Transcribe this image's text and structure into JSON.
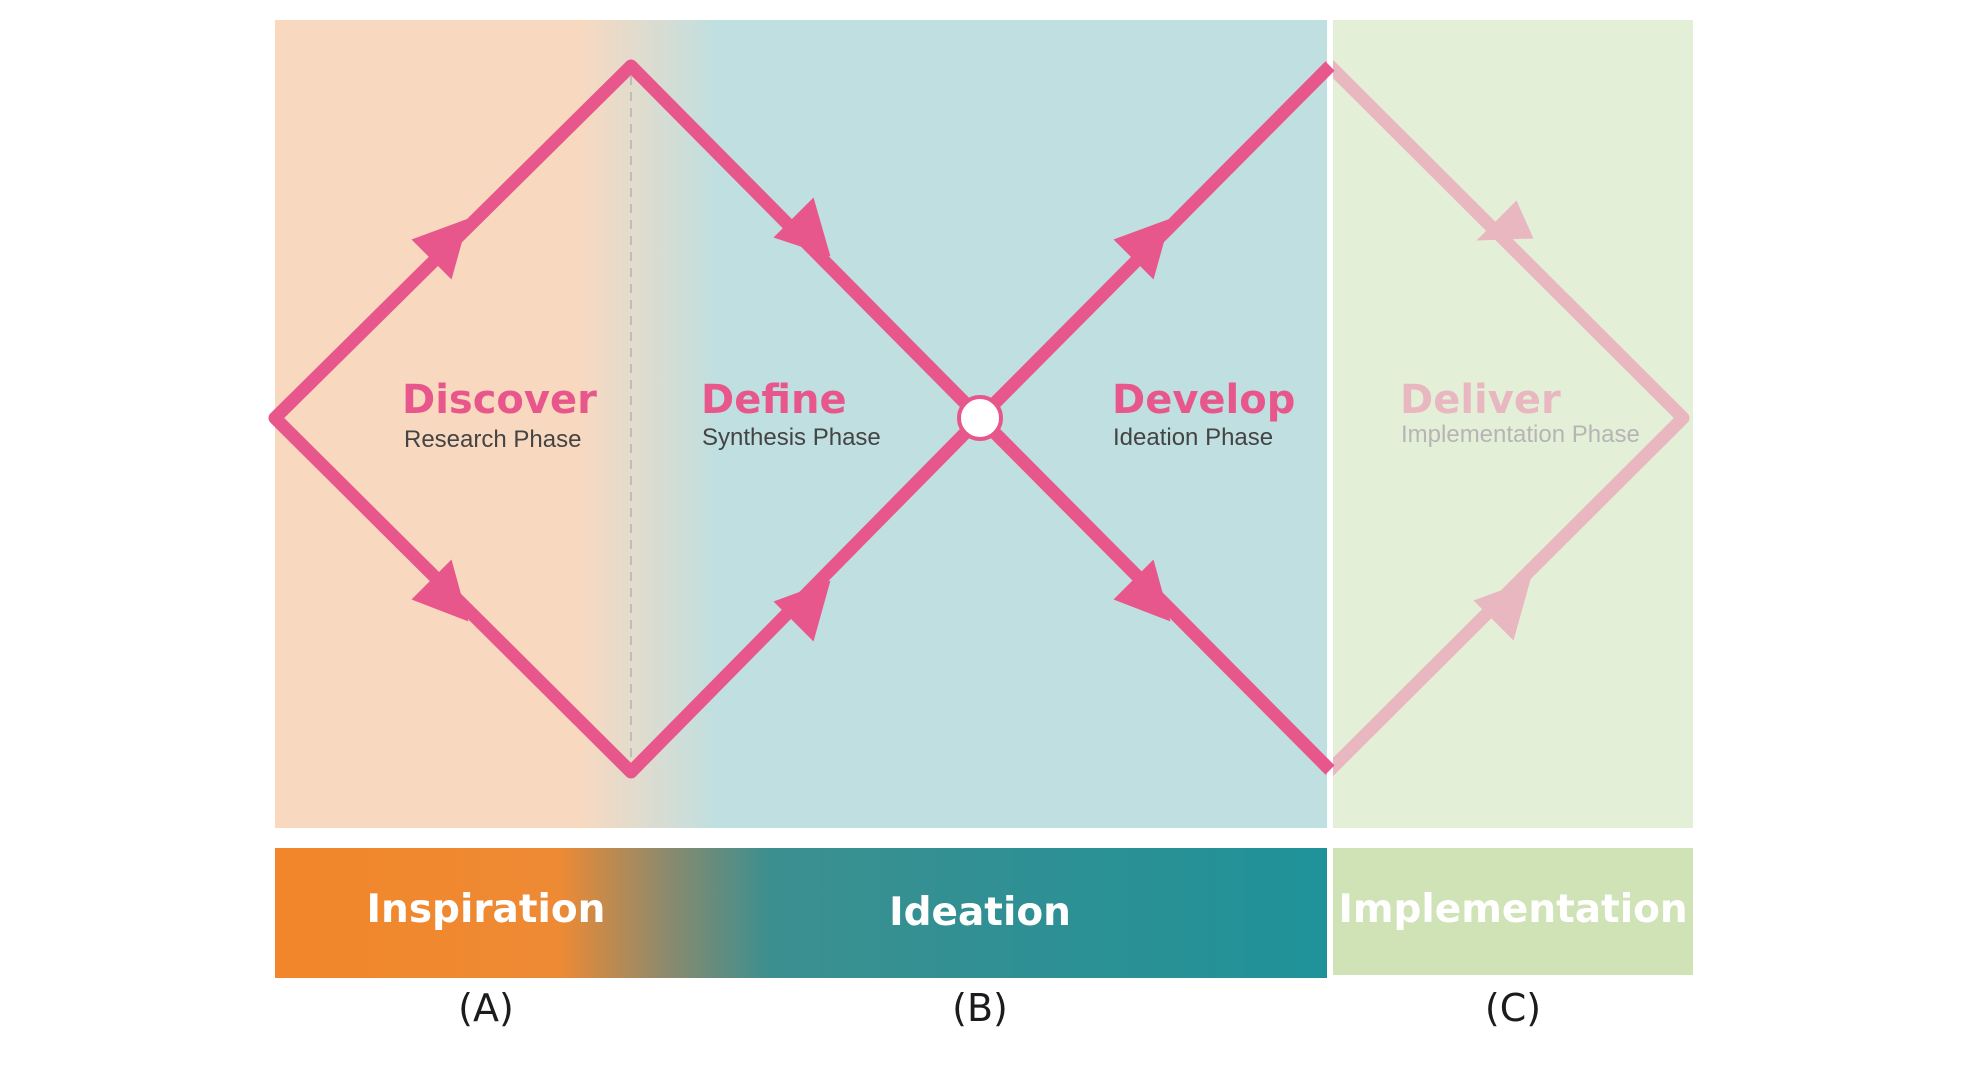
{
  "colors": {
    "accent": "#e8578c",
    "accent_faded": "#e9b7c0",
    "bg_orange": "#f8d9c0",
    "bg_teal": "#c0dfe0",
    "bg_green": "#e4efd8",
    "band_orange": "#f2862a",
    "band_teal": "#1f9299",
    "band_green": "#cfe3b6",
    "subtitle": "#444444",
    "subtitle_faded": "#b5b5b5"
  },
  "phases": [
    {
      "title": "Discover",
      "subtitle": "Research Phase"
    },
    {
      "title": "Define",
      "subtitle": "Synthesis Phase"
    },
    {
      "title": "Develop",
      "subtitle": "Ideation Phase"
    },
    {
      "title": "Deliver",
      "subtitle": "Implementation Phase"
    }
  ],
  "bands": [
    {
      "label": "Inspiration",
      "letter": "(A)"
    },
    {
      "label": "Ideation",
      "letter": "(B)"
    },
    {
      "label": "Implementation",
      "letter": "(C)"
    }
  ]
}
